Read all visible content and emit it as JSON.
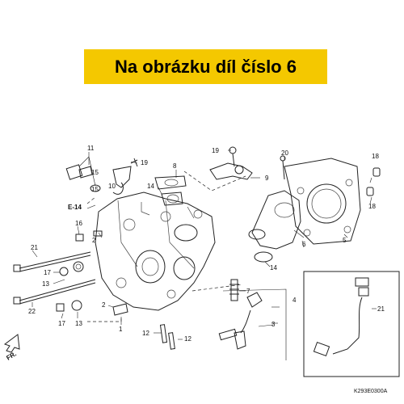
{
  "banner": {
    "text": "Na obrázku díl číslo 6",
    "color": "#f4c800"
  },
  "diagram": {
    "drawing_code": "K293E0300A",
    "reference_label": "E-14",
    "front_arrow_label": "FR.",
    "part_numbers": [
      "1",
      "2",
      "2",
      "3",
      "4",
      "5",
      "6",
      "7",
      "8",
      "9",
      "10",
      "11",
      "12",
      "12",
      "13",
      "13",
      "14",
      "14",
      "15",
      "15",
      "16",
      "17",
      "17",
      "18",
      "18",
      "19",
      "19",
      "20",
      "21",
      "21",
      "22"
    ]
  }
}
